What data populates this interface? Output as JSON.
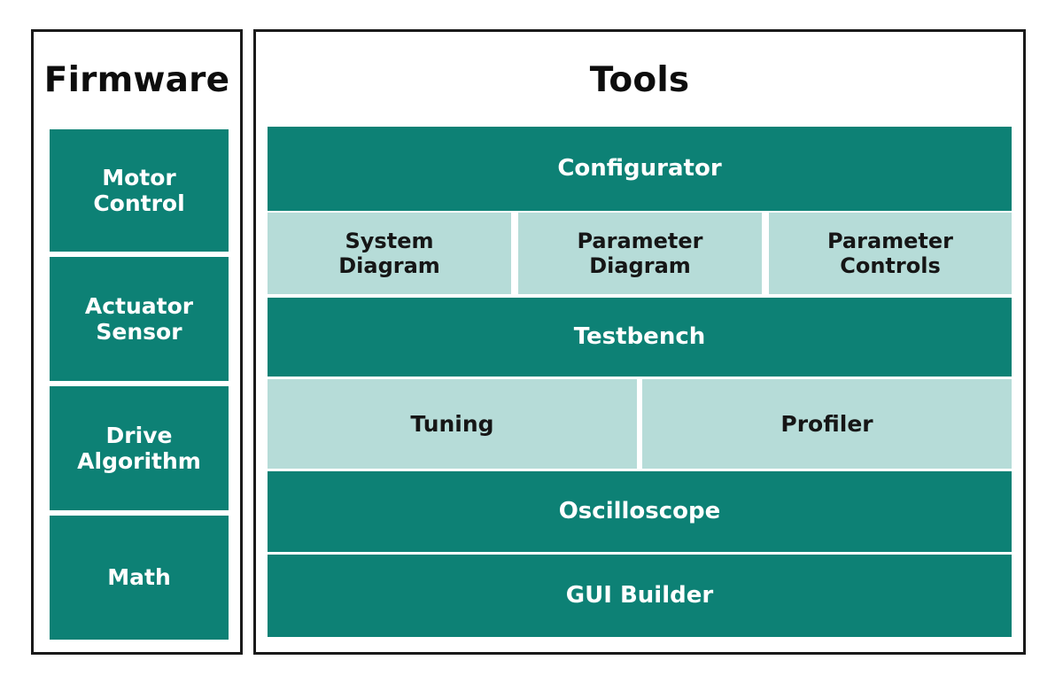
{
  "theme": {
    "background": "#ffffff",
    "border": "#1a1a1a",
    "dark_teal": "#0d8175",
    "light_teal": "#b6dcd8",
    "dark_text": "#161616",
    "light_text": "#ffffff"
  },
  "diagram": {
    "type": "block-diagram",
    "panels": [
      {
        "id": "firmware",
        "title": "Firmware",
        "blocks": [
          {
            "id": "motor-control",
            "label": "Motor\nControl",
            "style": "dark",
            "level": 1
          },
          {
            "id": "actuator-sensor",
            "label": "Actuator\nSensor",
            "style": "dark",
            "level": 1
          },
          {
            "id": "drive-algorithm",
            "label": "Drive\nAlgorithm",
            "style": "dark",
            "level": 1
          },
          {
            "id": "math",
            "label": "Math",
            "style": "dark",
            "level": 1
          }
        ]
      },
      {
        "id": "tools",
        "title": "Tools",
        "blocks": [
          {
            "id": "configurator",
            "label": "Configurator",
            "style": "dark",
            "level": 1
          },
          {
            "id": "system-diagram",
            "label": "System\nDiagram",
            "style": "light",
            "level": 2
          },
          {
            "id": "parameter-diagram",
            "label": "Parameter\nDiagram",
            "style": "light",
            "level": 2
          },
          {
            "id": "parameter-controls",
            "label": "Parameter\nControls",
            "style": "light",
            "level": 2
          },
          {
            "id": "testbench",
            "label": "Testbench",
            "style": "dark",
            "level": 1
          },
          {
            "id": "tuning",
            "label": "Tuning",
            "style": "light",
            "level": 2
          },
          {
            "id": "profiler",
            "label": "Profiler",
            "style": "light",
            "level": 2
          },
          {
            "id": "oscilloscope",
            "label": "Oscilloscope",
            "style": "dark",
            "level": 1
          },
          {
            "id": "gui-builder",
            "label": "GUI Builder",
            "style": "dark",
            "level": 1
          }
        ]
      }
    ]
  }
}
